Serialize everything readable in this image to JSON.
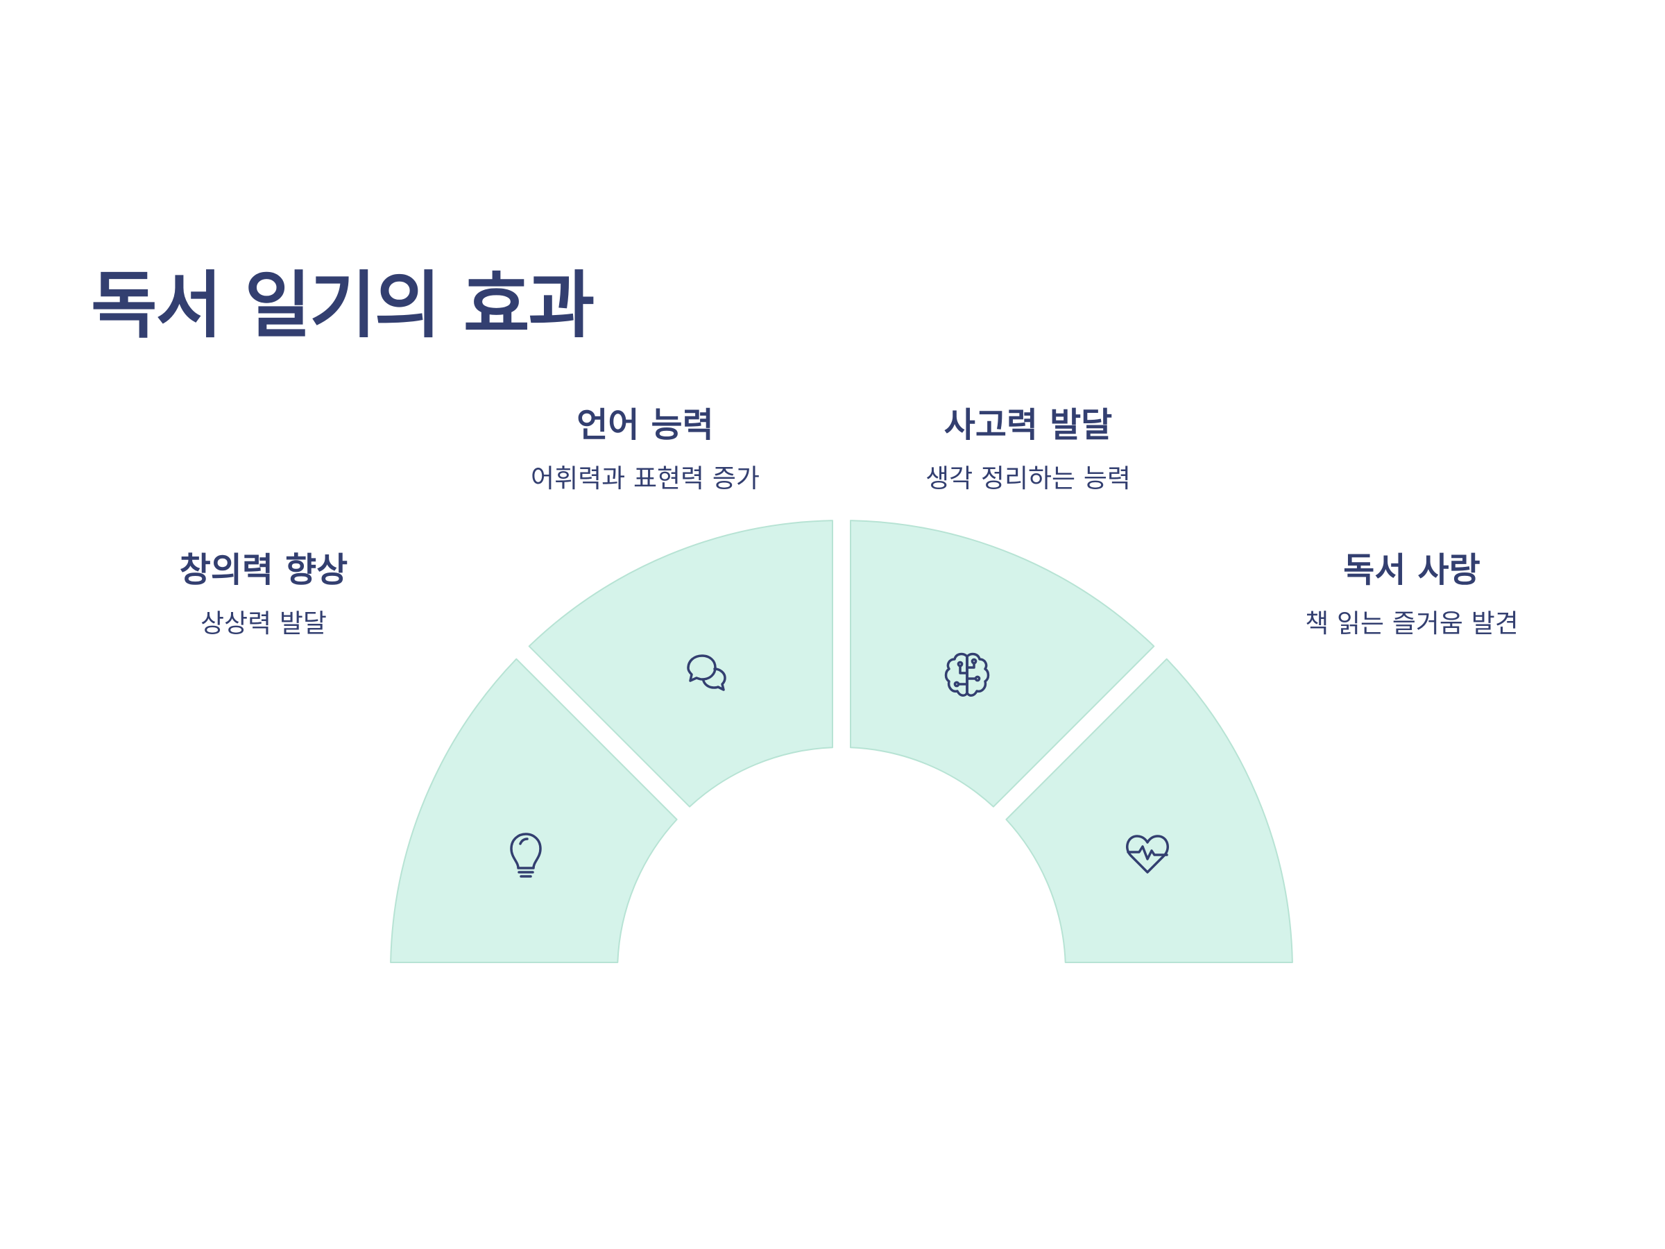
{
  "title": "독서 일기의 효과",
  "colors": {
    "segment_fill": "#d5f3ea",
    "segment_stroke": "#b7e3d4",
    "text": "#333f70",
    "icon": "#333f70"
  },
  "segments": [
    {
      "heading": "창의력 향상",
      "description": "상상력 발달",
      "icon": "lightbulb-icon"
    },
    {
      "heading": "언어 능력",
      "description": "어휘력과 표현력 증가",
      "icon": "chat-bubbles-icon"
    },
    {
      "heading": "사고력 발달",
      "description": "생각 정리하는 능력",
      "icon": "brain-circuit-icon"
    },
    {
      "heading": "독서 사랑",
      "description": "책 읽는 즐거움 발견",
      "icon": "heart-pulse-icon"
    }
  ]
}
